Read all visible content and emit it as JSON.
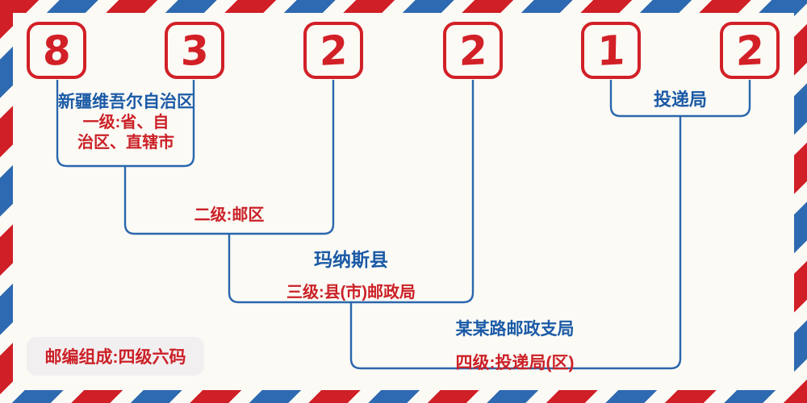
{
  "postal": {
    "digits": [
      "8",
      "3",
      "2",
      "2",
      "1",
      "2"
    ]
  },
  "annotations": {
    "level1": {
      "place": "新疆维吾尔自治区",
      "desc_line1": "一级:省、自",
      "desc_line2": "治区、直辖市"
    },
    "level2": {
      "desc": "二级:邮区"
    },
    "level3": {
      "place": "玛纳斯县",
      "desc": "三级:县(市)邮政局"
    },
    "level4": {
      "place": "某某路邮政支局",
      "desc": "四级:投递局(区)"
    },
    "delivery": {
      "label": "投递局"
    }
  },
  "footer": {
    "badge": "邮编组成:四级六码"
  },
  "colors": {
    "stripe_red": "#d01f26",
    "stripe_blue": "#2e6ab1",
    "box_red": "#d22027",
    "line_blue": "#2a66ad",
    "text_blue": "#1b5aa6",
    "text_red": "#cb2026",
    "background": "#fbfaf5",
    "badge_background": "#f2eff1"
  }
}
